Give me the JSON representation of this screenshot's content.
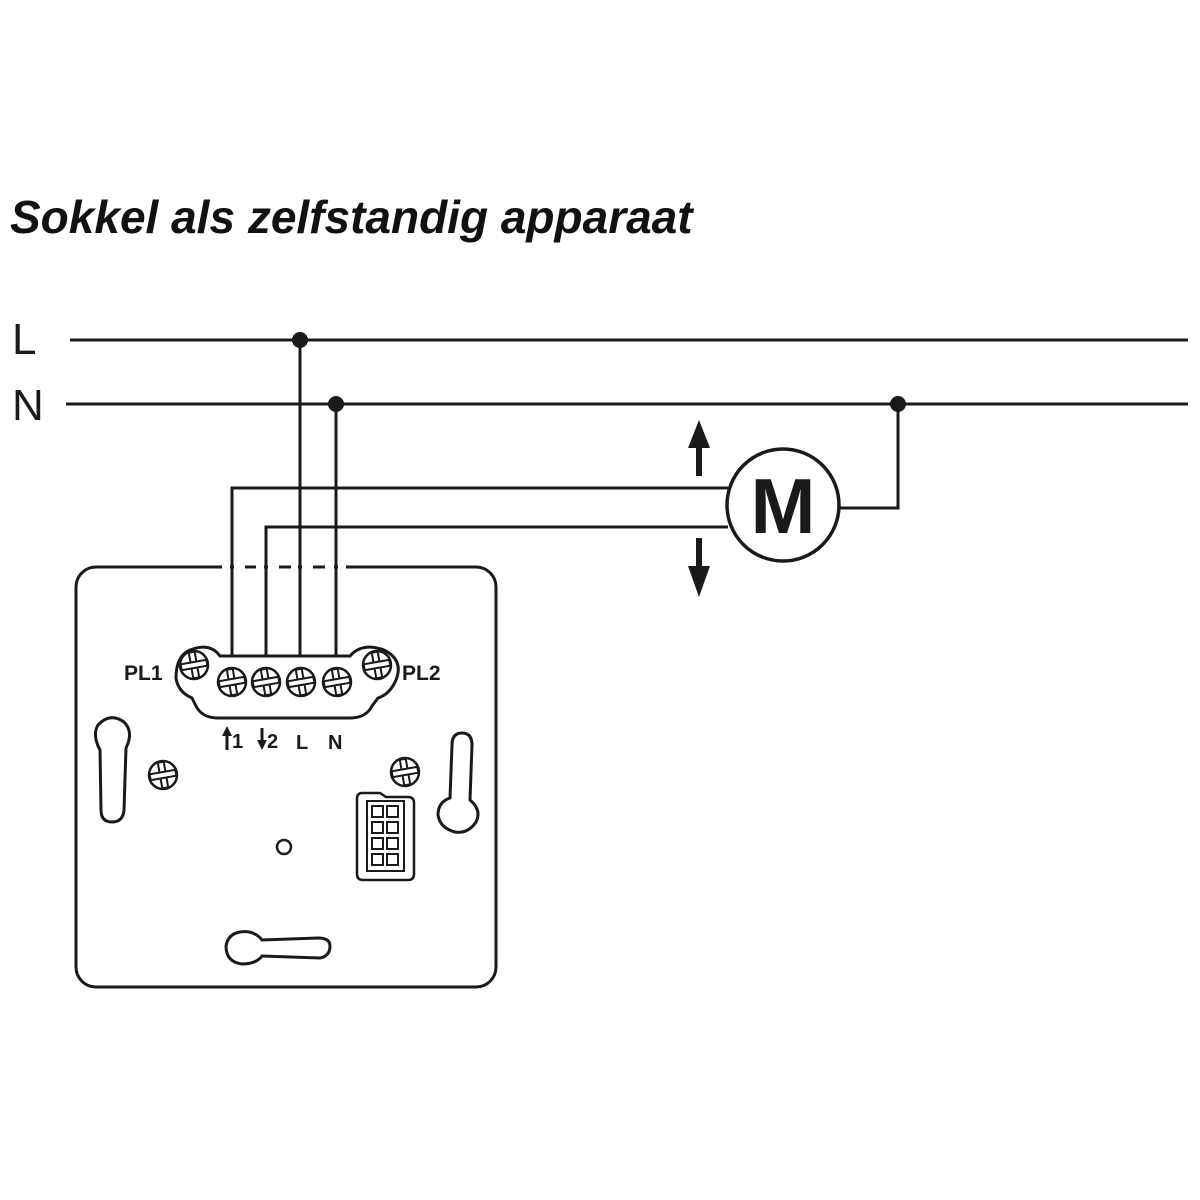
{
  "title": "Sokkel als zelfstandig apparaat",
  "lines": {
    "live": "L",
    "neutral": "N"
  },
  "motor": {
    "label": "M"
  },
  "terminal_block": {
    "left_label": "PL1",
    "right_label": "PL2",
    "terminals": [
      "1",
      "2",
      "L",
      "N"
    ]
  }
}
